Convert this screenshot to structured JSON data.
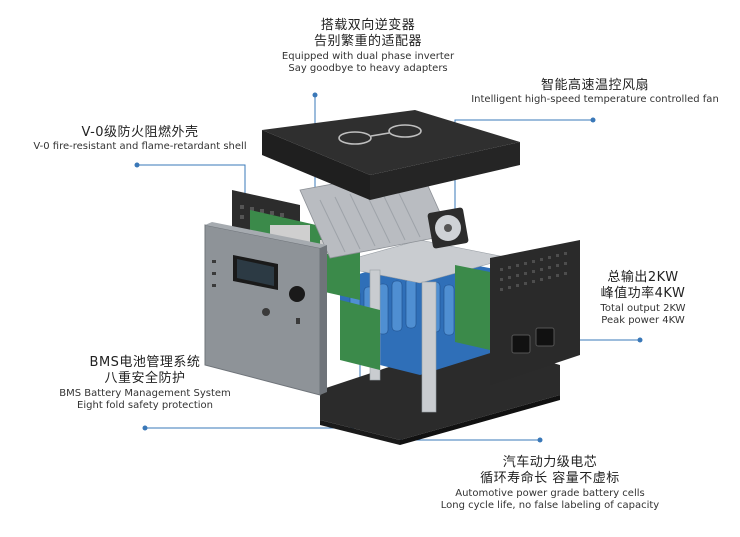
{
  "callouts": {
    "inverter": {
      "zh": [
        "搭载双向逆变器",
        "告别繁重的适配器"
      ],
      "en": [
        "Equipped with dual phase inverter",
        "Say goodbye to heavy adapters"
      ]
    },
    "fan": {
      "zh": [
        "智能高速温控风扇"
      ],
      "en": [
        "Intelligent high-speed temperature controlled fan"
      ]
    },
    "shell": {
      "zh": [
        "V-0级防火阻燃外壳"
      ],
      "en": [
        "V-0 fire-resistant and flame-retardant shell"
      ]
    },
    "output": {
      "zh": [
        "总输出2KW",
        "峰值功率4KW"
      ],
      "en": [
        "Total output 2KW",
        "Peak power 4KW"
      ]
    },
    "bms": {
      "zh": [
        "BMS电池管理系统",
        "八重安全防护"
      ],
      "en": [
        "BMS Battery Management System",
        "Eight fold safety protection"
      ]
    },
    "cells": {
      "zh": [
        "汽车动力级电芯",
        "循环寿命长  容量不虚标"
      ],
      "en": [
        "Automotive power grade battery cells",
        "Long cycle life, no false labeling of capacity"
      ]
    }
  },
  "colors": {
    "leader": "#3a78b8",
    "shell": "#2b2b2b",
    "panel": "#8e9398",
    "pcb": "#3b8a4a",
    "battery": "#2f6fb8",
    "frame": "#c9ccd0"
  },
  "icons": [
    "wireless-charging-pad-icon",
    "ac-socket-icon",
    "power-button-icon",
    "lcd-display-icon"
  ]
}
